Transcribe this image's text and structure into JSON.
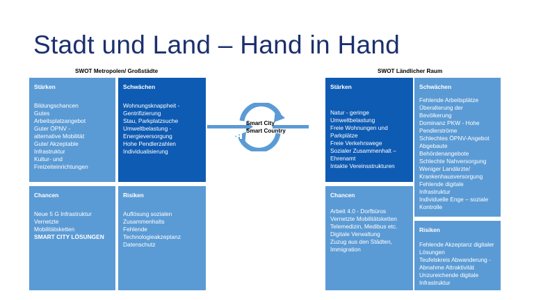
{
  "title": "Stadt und Land – Hand in Hand",
  "urban": {
    "heading": "SWOT Metropolen/ Großstädte",
    "strengths": {
      "label": "Stärken",
      "items": [
        "Bildungschancen",
        "Gutes",
        "Arbeitsplatzangebot",
        "Guter ÖPNV -",
        "alternative Mobilität",
        "Gute/ Akzeptable",
        "Infrastruktur",
        "Kultur- und",
        "Freizeiteinrichtungen"
      ]
    },
    "weaknesses": {
      "label": "Schwächen",
      "items": [
        "Wohnungsknappheit -",
        "Gentrifizierung",
        "Stau, Parkplatzsuche",
        "Umweltbelastung -",
        "Energieversorgung",
        "Hohe Pendlerzahlen",
        "Individualisierung"
      ]
    },
    "opportunities": {
      "label": "Chancen",
      "items": [
        "Neue 5 G Infrastruktur",
        "Vernetzte",
        "Mobilitätsketten",
        "SMART CITY LÖSUNGEN"
      ]
    },
    "risks": {
      "label": "Risiken",
      "items": [
        "Auflösung sozialen",
        "Zusammenhalts",
        "Fehlende",
        "Technologieakzeptanz",
        "Datenschutz"
      ]
    }
  },
  "center": {
    "line1": "Smart City",
    "line2": "Smart Country"
  },
  "rural": {
    "heading": "SWOT Ländlicher Raum",
    "strengths": {
      "label": "Stärken",
      "items": [
        "Natur - geringe",
        "Umweltbelastung",
        "Freie Wohnungen und",
        "Parkplätze",
        "Freie Verkehrswege",
        "Sozialer Zusammenhalt –",
        "Ehrenamt",
        "Intakte Vereinsstrukturen"
      ]
    },
    "weaknesses": {
      "label": "Schwächen",
      "items": [
        "Fehlende Arbeitsplätze",
        "Überalterung der",
        "Bevölkerung",
        "Dominanz PKW - Hohe",
        "Pendlerströme",
        "Schlechtes ÖPNV-Angebot",
        "Abgebaute",
        "Behördenangebote",
        "Schlechte Nahversorgung",
        "Weniger Landärzte/",
        "Krankenhausversorgung",
        "Fehlende digitale",
        "Infrastruktur",
        "Individuelle Enge – soziale",
        "Kontrolle"
      ]
    },
    "opportunities": {
      "label": "Chancen",
      "items": [
        "Arbeit 4.0 - Dorfbüros",
        "Vernetzte Mobilitätsketten",
        "Telemedizin, Medibus etc.",
        "Digitale Verwaltung",
        "Zuzug aus den Städten,",
        "Immigration"
      ]
    },
    "risks": {
      "label": "Risiken",
      "items": [
        "Fehlende Akzeptanz digitaler",
        "Lösungen",
        "Teufelskreis Abwanderung -",
        "Abnahme Attraktivität",
        "Unzureichende digitale",
        "Infrastruktur"
      ]
    }
  },
  "colors": {
    "title": "#1b2f6e",
    "box_light": "#5b9bd5",
    "box_dark": "#0e5bb3",
    "arrow": "#5b9bd5"
  }
}
